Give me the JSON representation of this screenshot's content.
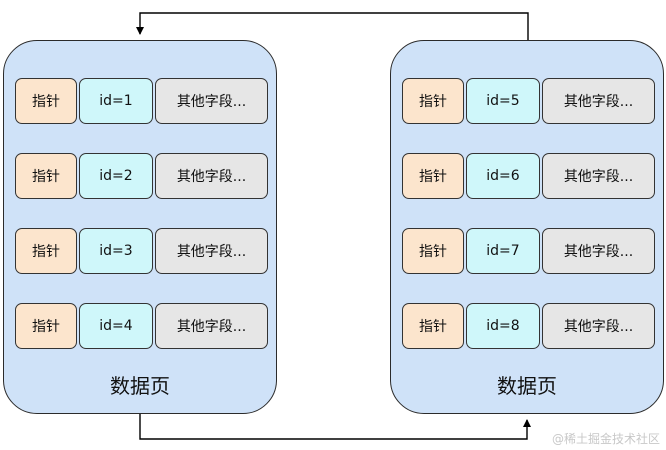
{
  "pages": [
    {
      "label": "数据页",
      "records": [
        {
          "pointer": "指针",
          "id": "id=1",
          "other": "其他字段..."
        },
        {
          "pointer": "指针",
          "id": "id=2",
          "other": "其他字段..."
        },
        {
          "pointer": "指针",
          "id": "id=3",
          "other": "其他字段..."
        },
        {
          "pointer": "指针",
          "id": "id=4",
          "other": "其他字段..."
        }
      ]
    },
    {
      "label": "数据页",
      "records": [
        {
          "pointer": "指针",
          "id": "id=5",
          "other": "其他字段..."
        },
        {
          "pointer": "指针",
          "id": "id=6",
          "other": "其他字段..."
        },
        {
          "pointer": "指针",
          "id": "id=7",
          "other": "其他字段..."
        },
        {
          "pointer": "指针",
          "id": "id=8",
          "other": "其他字段..."
        }
      ]
    }
  ],
  "watermark": "@稀土掘金技术社区",
  "colors": {
    "page_fill": "#cfe2f8",
    "pointer_fill": "#fce5cd",
    "id_fill": "#cff7fa",
    "other_fill": "#e6e6e6",
    "line": "#000000"
  }
}
